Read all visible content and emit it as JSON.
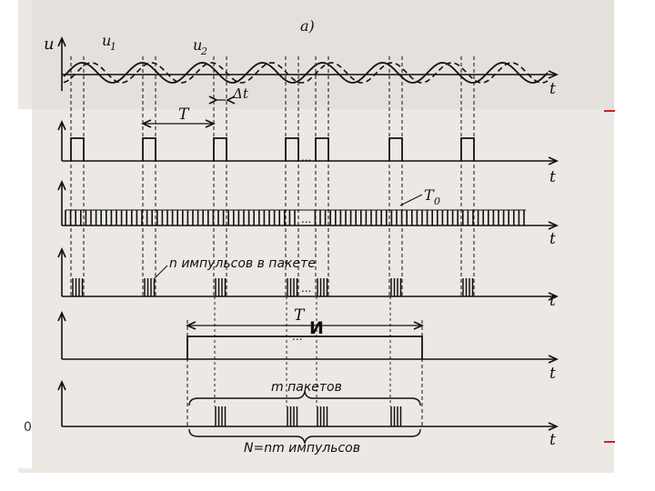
{
  "labels": {
    "panel_a": "а)",
    "u_axis": "u",
    "u1": "u",
    "u1_sub": "1",
    "u2": "u",
    "u2_sub": "2",
    "t": "t",
    "delta_t": "Δt",
    "period": "T",
    "t0": "T",
    "t0_sub": "0",
    "n_pulses": "n импульсов в пакете",
    "gate": "T",
    "gate_suffix": "И",
    "m_packets": "m пакетов",
    "total": "N=nm импульсов",
    "ellipsis": "...",
    "zero": "0"
  },
  "colors": {
    "background": "#ffffff",
    "paper": "#ece9e4",
    "ink": "#111111",
    "accent_mark": "#cc2222"
  }
}
